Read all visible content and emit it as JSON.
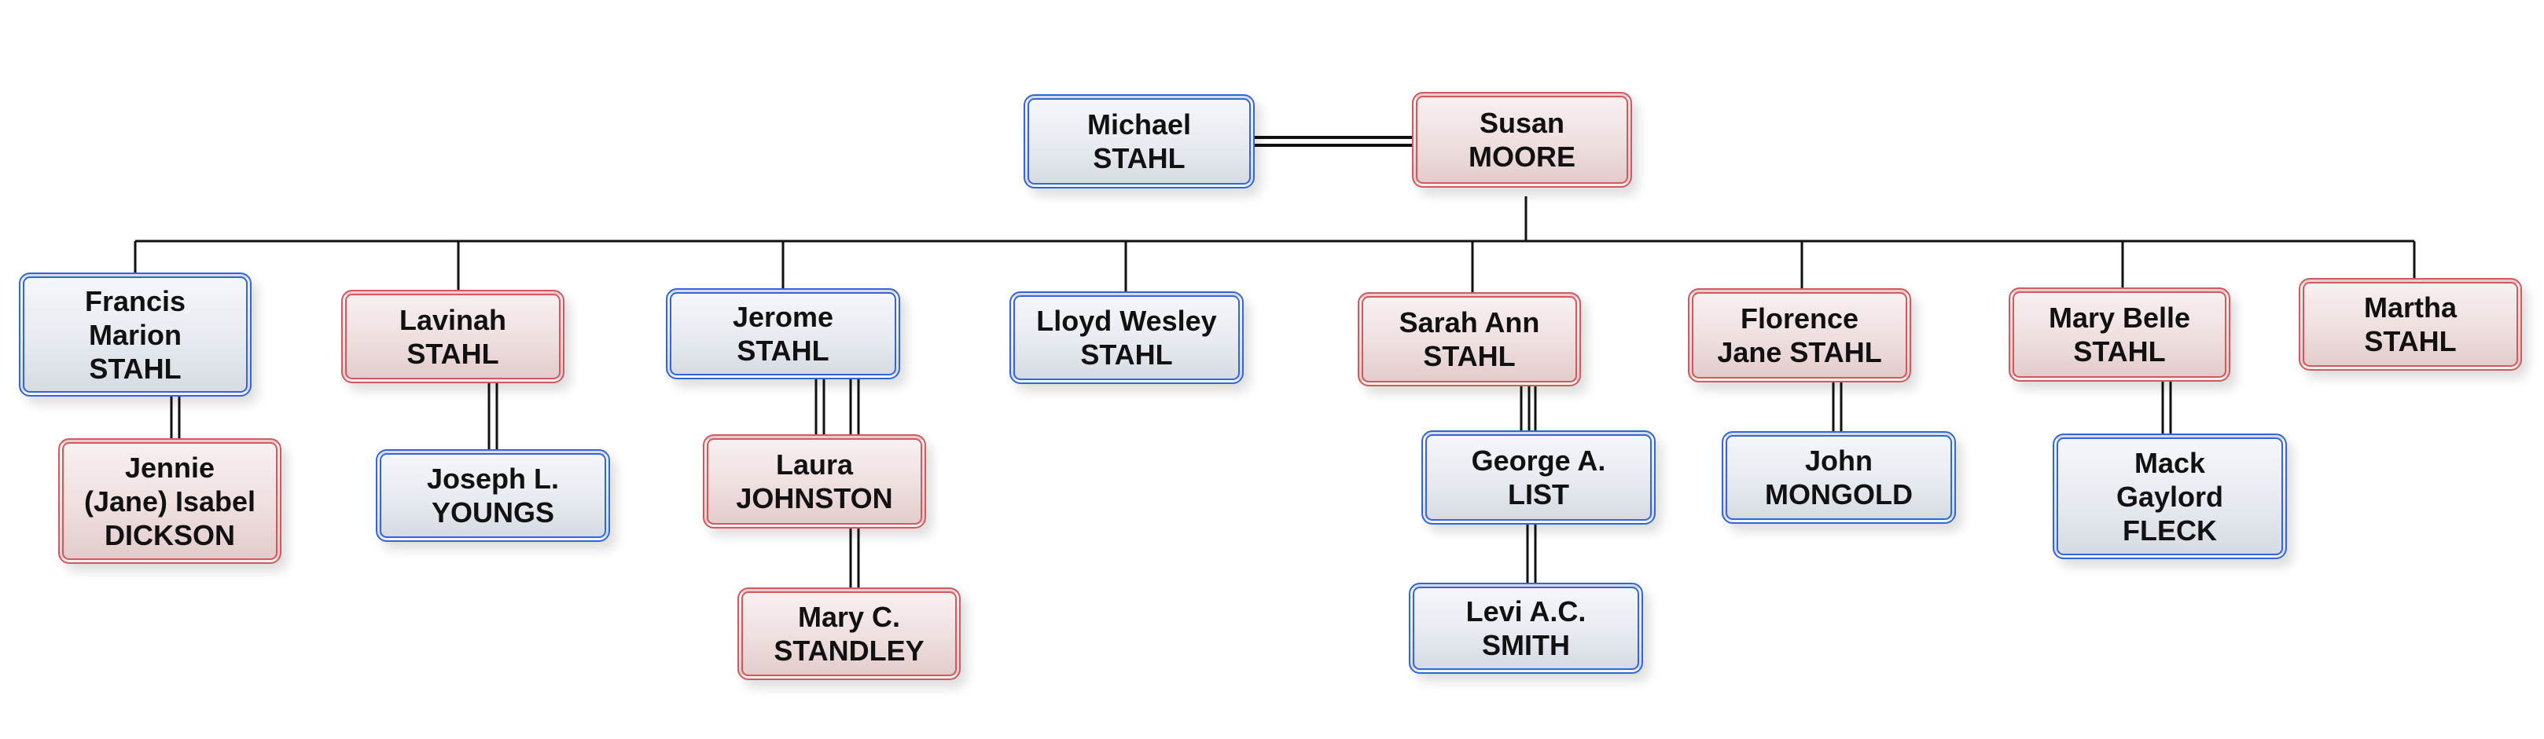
{
  "colors": {
    "male_border": "#3366dd",
    "female_border": "#d25a5e",
    "connector": "#111111"
  },
  "people": {
    "michael": {
      "name": "Michael\nSTAHL",
      "gender": "male"
    },
    "susan": {
      "name": "Susan\nMOORE",
      "gender": "female"
    },
    "francis": {
      "name": "Francis\nMarion\nSTAHL",
      "gender": "male"
    },
    "jennie": {
      "name": "Jennie\n(Jane) Isabel\nDICKSON",
      "gender": "female"
    },
    "lavinah": {
      "name": "Lavinah\nSTAHL",
      "gender": "female"
    },
    "joseph": {
      "name": "Joseph L.\nYOUNGS",
      "gender": "male"
    },
    "jerome": {
      "name": "Jerome\nSTAHL",
      "gender": "male"
    },
    "laura": {
      "name": "Laura\nJOHNSTON",
      "gender": "female"
    },
    "mary_c": {
      "name": "Mary C.\nSTANDLEY",
      "gender": "female"
    },
    "lloyd": {
      "name": "Lloyd Wesley\nSTAHL",
      "gender": "male"
    },
    "sarah": {
      "name": "Sarah Ann\nSTAHL",
      "gender": "female"
    },
    "george": {
      "name": "George A.\nLIST",
      "gender": "male"
    },
    "levi": {
      "name": "Levi A.C.\nSMITH",
      "gender": "male"
    },
    "florence": {
      "name": "Florence\nJane STAHL",
      "gender": "female"
    },
    "john": {
      "name": "John\nMONGOLD",
      "gender": "male"
    },
    "mary_belle": {
      "name": "Mary Belle\nSTAHL",
      "gender": "female"
    },
    "mack": {
      "name": "Mack\nGaylord\nFLECK",
      "gender": "male"
    },
    "martha": {
      "name": "Martha\nSTAHL",
      "gender": "female"
    }
  }
}
